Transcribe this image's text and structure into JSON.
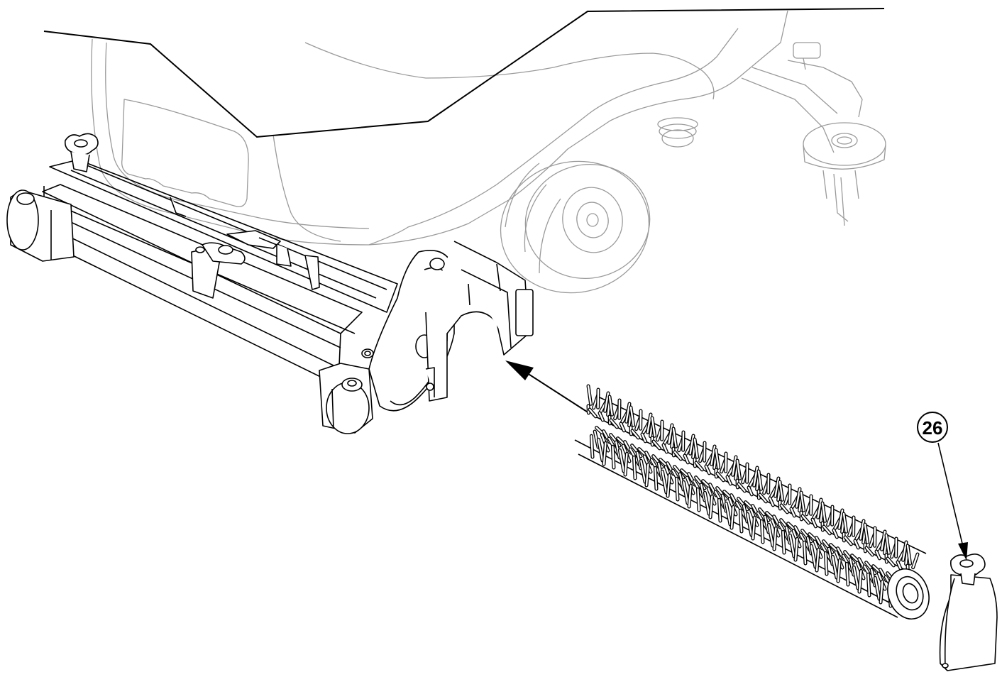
{
  "diagram": {
    "callout": {
      "number": "26"
    },
    "colors": {
      "line": "#000000",
      "faded_line": "#9a9a9a",
      "fill": "#ffffff"
    },
    "icons": [
      "machine-body-outline",
      "brush-deck",
      "cylindrical-brush",
      "side-cover-with-knob",
      "insertion-arrow"
    ]
  }
}
